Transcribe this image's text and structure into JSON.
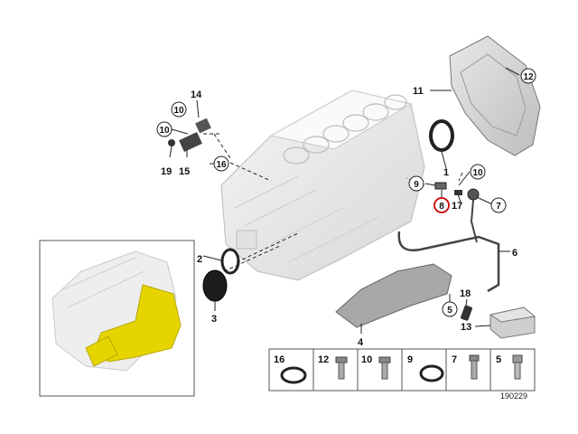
{
  "callouts": {
    "c1": "1",
    "c2": "2",
    "c3": "3",
    "c4": "4",
    "c5": "5",
    "c6": "6",
    "c7": "7",
    "c8": "8",
    "c9": "9",
    "c10a": "10",
    "c10b": "10",
    "c11": "11",
    "c12": "12",
    "c13": "13",
    "c14": "14",
    "c15": "15",
    "c16": "16",
    "c17": "17",
    "c18": "18",
    "c19": "19"
  },
  "legend": {
    "items": [
      {
        "num": "16",
        "icon": "seal-ring-icon"
      },
      {
        "num": "12",
        "icon": "hex-bolt-icon"
      },
      {
        "num": "10",
        "icon": "hex-bolt-icon"
      },
      {
        "num": "9",
        "icon": "seal-ring-icon"
      },
      {
        "num": "7",
        "icon": "hex-bolt-icon"
      },
      {
        "num": "5",
        "icon": "allen-bolt-icon"
      }
    ]
  },
  "diagram_id": "190229",
  "colors": {
    "highlight_callout": "#cc0000",
    "engine_highlight": "#e6d400",
    "line": "#222222"
  }
}
